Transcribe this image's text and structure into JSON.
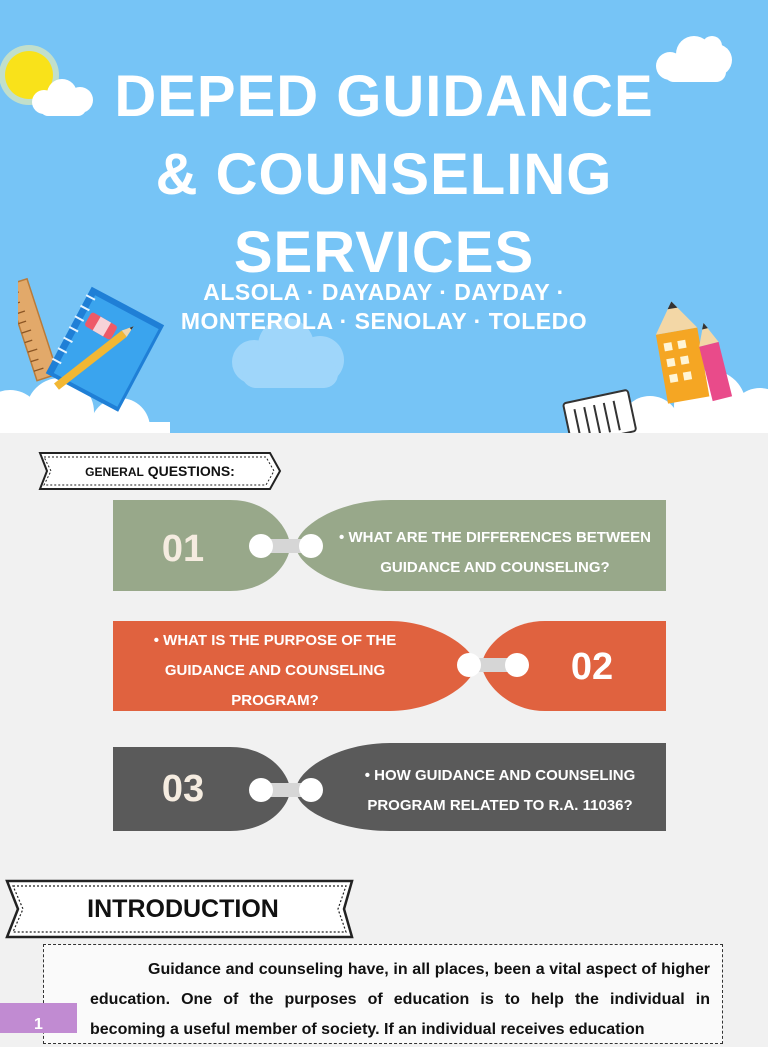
{
  "hero": {
    "title_lines": [
      "DEPED GUIDANCE",
      "& COUNSELING",
      "SERVICES"
    ],
    "authors_lines": [
      "ALSOLA · DAYADAY · DAYDAY ·",
      "MONTEROLA  · SENOLAY · TOLEDO"
    ]
  },
  "general_questions": {
    "label_prefix": "GENERAL",
    "label_rest": "QUESTIONS:",
    "items": [
      {
        "number": "01",
        "lines": [
          "• WHAT ARE THE DIFFERENCES BETWEEN",
          "GUIDANCE AND COUNSELING?"
        ],
        "color": "#98a88a",
        "number_color": "#f5ece0"
      },
      {
        "number": "02",
        "lines": [
          "• WHAT IS THE PURPOSE OF THE",
          "GUIDANCE AND COUNSELING",
          "PROGRAM?"
        ],
        "color": "#e0623f",
        "number_color": "#ffffff"
      },
      {
        "number": "03",
        "lines": [
          "• HOW GUIDANCE AND COUNSELING",
          "PROGRAM RELATED TO R.A. 11036?"
        ],
        "color": "#5a5a5a",
        "number_color": "#f5ece0"
      }
    ]
  },
  "introduction": {
    "heading": "INTRODUCTION",
    "paragraph": "Guidance and counseling have, in all places, been a vital aspect of higher education. One of the purposes of education is to help the individual in becoming a useful member of society. If an individual receives education"
  },
  "page_number": "1",
  "colors": {
    "sky": "#76c4f6",
    "background": "#f1f1f1",
    "badge": "#c18bd2"
  }
}
